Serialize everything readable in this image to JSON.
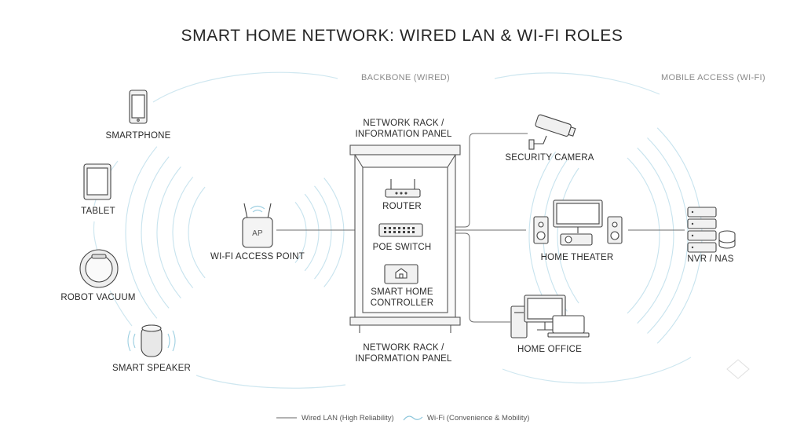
{
  "title": "SMART HOME NETWORK: WIRED LAN & WI-FI ROLES",
  "sections": {
    "backbone": "BACKBONE (WIRED)",
    "mobile": "MOBILE ACCESS (WI-FI)"
  },
  "rack": {
    "top_label_1": "NETWORK RACK /",
    "top_label_2": "INFORMATION PANEL",
    "bottom_label_1": "NETWORK RACK /",
    "bottom_label_2": "INFORMATION PANEL"
  },
  "devices": {
    "smartphone": "SMARTPHONE",
    "tablet": "TABLET",
    "robot_vacuum": "ROBOT VACUUM",
    "smart_speaker": "SMART SPEAKER",
    "access_point": "WI-FI ACCESS POINT",
    "ap_badge": "AP",
    "router": "ROUTER",
    "poe_switch": "POE SWITCH",
    "controller_1": "SMART HOME",
    "controller_2": "CONTROLLER",
    "security_camera": "SECURITY CAMERA",
    "home_theater": "HOME THEATER",
    "home_office": "HOME OFFICE",
    "nvr_nas": "NVR / NAS"
  },
  "legend": {
    "wired": "Wired LAN (High Reliability)",
    "wifi": "Wi-Fi (Convenience & Mobility)"
  },
  "colors": {
    "wired_line": "#6a6a6a",
    "wifi_arc": "#bfe0ec",
    "icon_stroke": "#4a4a4a",
    "icon_fill": "#f1f1f1"
  }
}
